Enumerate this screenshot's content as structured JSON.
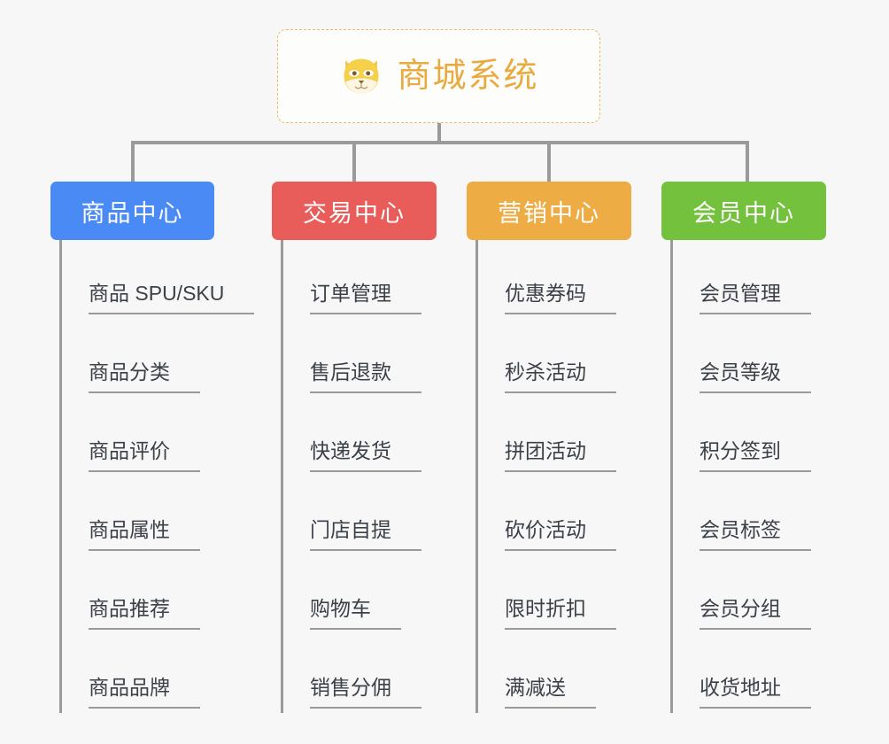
{
  "page": {
    "background_color": "#f7f7f7",
    "connector_color": "#9a9a9a",
    "leaf_text_color": "#3c4148"
  },
  "root": {
    "title": "商城系统",
    "icon": "shiba-dog-icon",
    "title_color": "#e8ab3f",
    "border_color": "#e9b96a",
    "background_color": "#fdfdfc"
  },
  "columns": [
    {
      "label": "商品中心",
      "color": "#4a8af4",
      "leaves": [
        "商品 SPU/SKU",
        "商品分类",
        "商品评价",
        "商品属性",
        "商品推荐",
        "商品品牌"
      ]
    },
    {
      "label": "交易中心",
      "color": "#e85d5a",
      "leaves": [
        "订单管理",
        "售后退款",
        "快递发货",
        "门店自提",
        "购物车",
        "销售分佣"
      ]
    },
    {
      "label": "营销中心",
      "color": "#eeac45",
      "leaves": [
        "优惠券码",
        "秒杀活动",
        "拼团活动",
        "砍价活动",
        "限时折扣",
        "满减送"
      ]
    },
    {
      "label": "会员中心",
      "color": "#73c13d",
      "leaves": [
        "会员管理",
        "会员等级",
        "积分签到",
        "会员标签",
        "会员分组",
        "收货地址"
      ]
    }
  ]
}
